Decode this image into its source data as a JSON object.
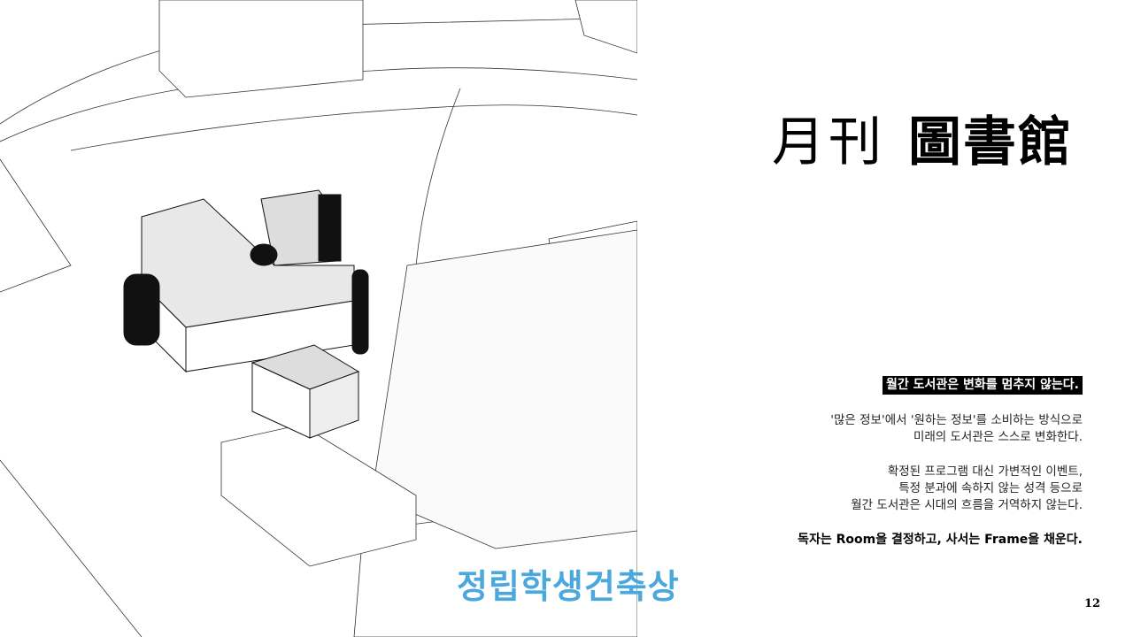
{
  "title": {
    "light": "月刊",
    "bold": "圖書館"
  },
  "headline": "월간 도서관은 변화를 멈추지 않는다.",
  "paragraphs": [
    [
      "'많은 정보'에서 '원하는 정보'를 소비하는 방식으로",
      "미래의 도서관은 스스로 변화한다."
    ],
    [
      "확정된 프로그램 대신 가변적인 이벤트,",
      "특정 분과에 속하지 않는 성격 등으로",
      "월간 도서관은 시대의 흐름을 거역하지 않는다."
    ]
  ],
  "closing": "독자는 Room을 결정하고, 사서는 Frame을 채운다.",
  "watermark": "정립학생건축상",
  "page_number": "12",
  "colors": {
    "watermark": "#4ba8dc",
    "ink": "#000000"
  }
}
